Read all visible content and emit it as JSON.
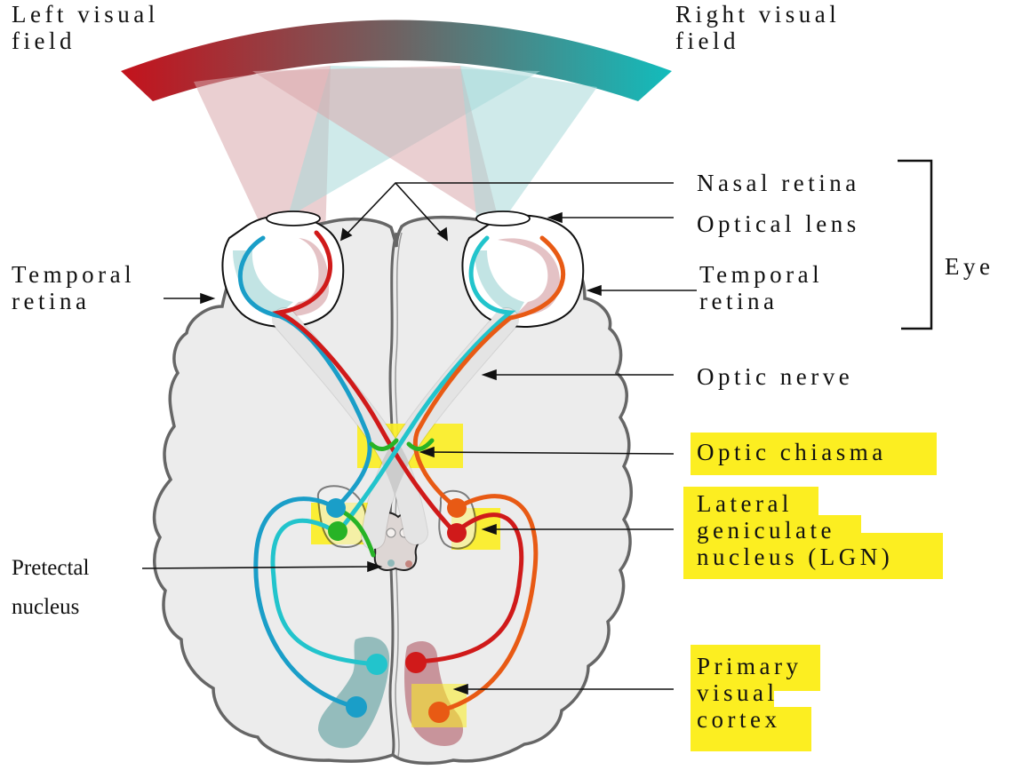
{
  "labels": {
    "left_visual_field": [
      "Left visual",
      "field"
    ],
    "right_visual_field": [
      "Right visual",
      "field"
    ],
    "nasal_retina": "Nasal retina",
    "optical_lens": "Optical lens",
    "temporal_retina_left": [
      "Temporal",
      "retina"
    ],
    "temporal_retina_right": [
      "Temporal",
      "retina"
    ],
    "eye": "Eye",
    "optic_nerve": "Optic nerve",
    "optic_chiasma": "Optic chiasma",
    "lgn": [
      "Lateral",
      "geniculate",
      "nucleus (LGN)"
    ],
    "pretectal_nucleus": [
      "Pretectal",
      "nucleus"
    ],
    "primary_visual_cortex": [
      "Primary",
      "visual",
      "cortex"
    ]
  },
  "colors": {
    "field_left": "#c4121c",
    "field_right": "#12bcbc",
    "highlight": "#fcee21",
    "brain_fill": "#ececec",
    "brain_stroke": "#666666",
    "pathway_cyan": "#22c4cc",
    "pathway_blue": "#1a9ec8",
    "pathway_red": "#d01a1a",
    "pathway_orange": "#e85a14",
    "relay_green": "#27b326"
  }
}
